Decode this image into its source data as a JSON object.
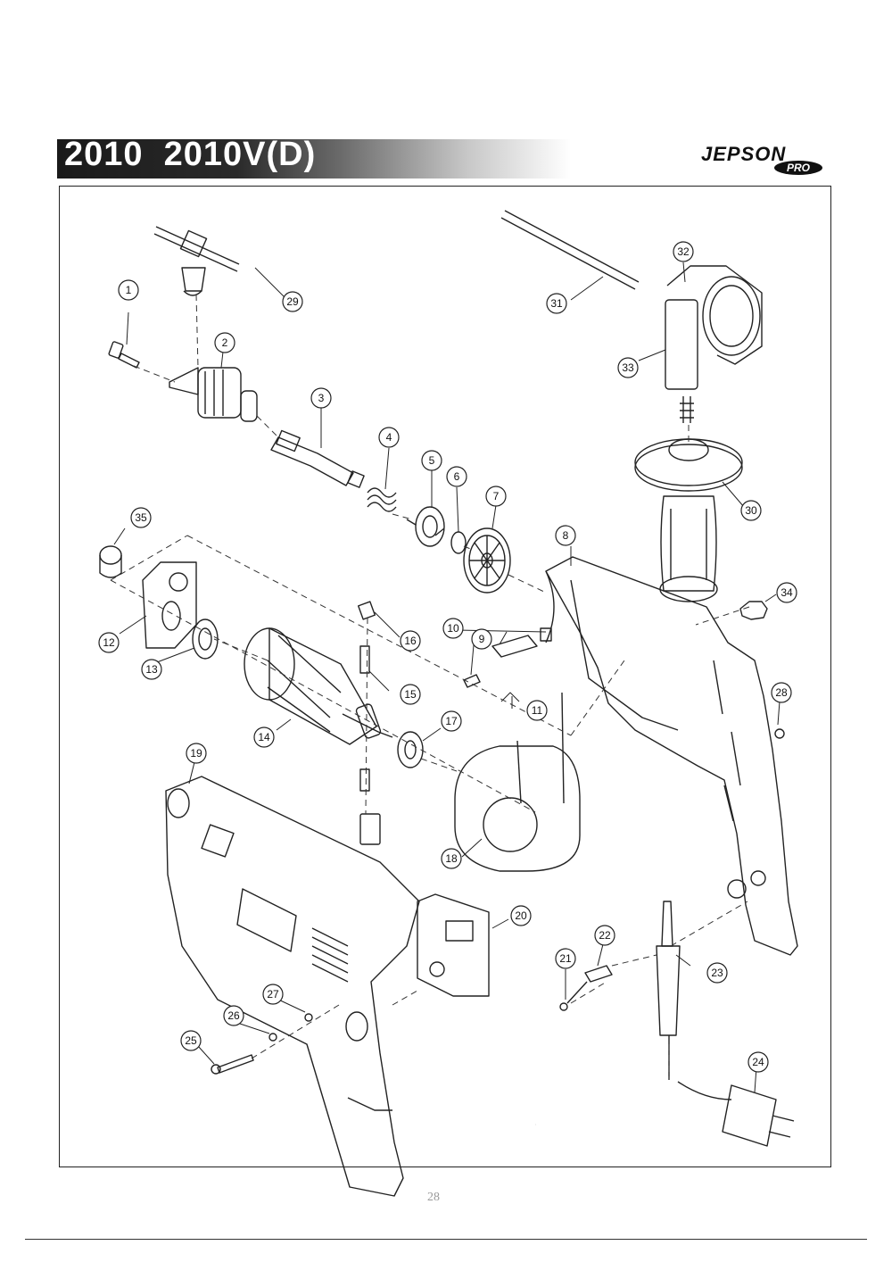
{
  "header": {
    "model_title": "2010  2010V(D)",
    "brand_logo": "JEPSON",
    "brand_sub": "PRO"
  },
  "diagram": {
    "part_numbers": [
      "1",
      "2",
      "3",
      "4",
      "5",
      "6",
      "7",
      "8",
      "9",
      "10",
      "11",
      "12",
      "13",
      "14",
      "15",
      "16",
      "17",
      "18",
      "19",
      "20",
      "21",
      "22",
      "23",
      "24",
      "25",
      "26",
      "27",
      "28",
      "29",
      "30",
      "31",
      "32",
      "33",
      "34",
      "35"
    ]
  },
  "footer": {
    "page_number": "28"
  }
}
